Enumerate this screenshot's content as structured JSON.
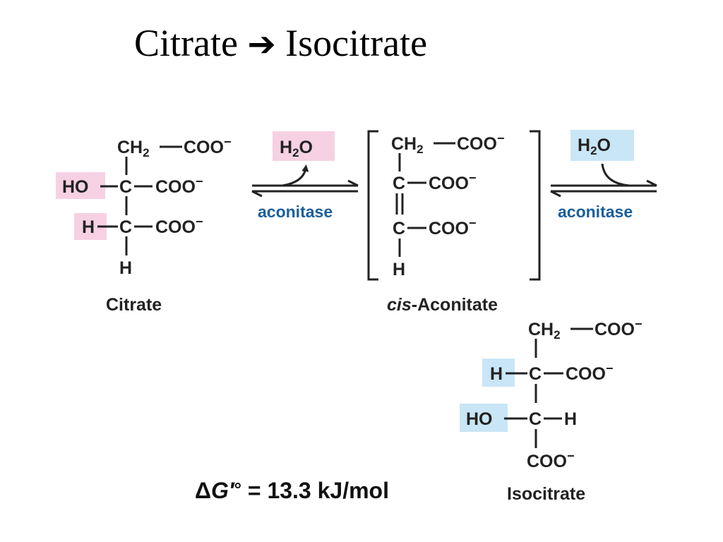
{
  "title": {
    "left": "Citrate",
    "arrow": "➔",
    "right": "Isocitrate"
  },
  "citrate": {
    "top_group": "CH",
    "top_sub": "2",
    "top_right": "COO",
    "top_charge": "−",
    "ho": "HO",
    "c1": "C",
    "r1": "COO",
    "r1_charge": "−",
    "h": "H",
    "c2": "C",
    "r2": "COO",
    "r2_charge": "−",
    "bottom": "H",
    "name": "Citrate"
  },
  "step1": {
    "water": "H",
    "water_sub": "2",
    "water_o": "O",
    "enzyme": "aconitase"
  },
  "aconitate": {
    "top_group": "CH",
    "top_sub": "2",
    "top_right": "COO",
    "top_charge": "−",
    "c1": "C",
    "r1": "COO",
    "r1_charge": "−",
    "c2": "C",
    "r2": "COO",
    "r2_charge": "−",
    "bottom": "H",
    "name_italic": "cis",
    "name_rest": "-Aconitate"
  },
  "step2": {
    "water": "H",
    "water_sub": "2",
    "water_o": "O",
    "enzyme": "aconitase"
  },
  "isocitrate": {
    "top_group": "CH",
    "top_sub": "2",
    "top_right": "COO",
    "top_charge": "−",
    "h": "H",
    "c1": "C",
    "r1": "COO",
    "r1_charge": "−",
    "ho": "HO",
    "c2": "C",
    "r2": "H",
    "bottom": "COO",
    "bottom_charge": "−",
    "name": "Isocitrate"
  },
  "energy": {
    "delta": "Δ",
    "g": "G",
    "prime": "′",
    "degree": "°",
    "equation": " = 13.3 kJ/mol"
  },
  "colors": {
    "pink_highlight": "#f6d1e3",
    "blue_highlight": "#c9e6f6",
    "enzyme_text": "#1a5f9c"
  }
}
